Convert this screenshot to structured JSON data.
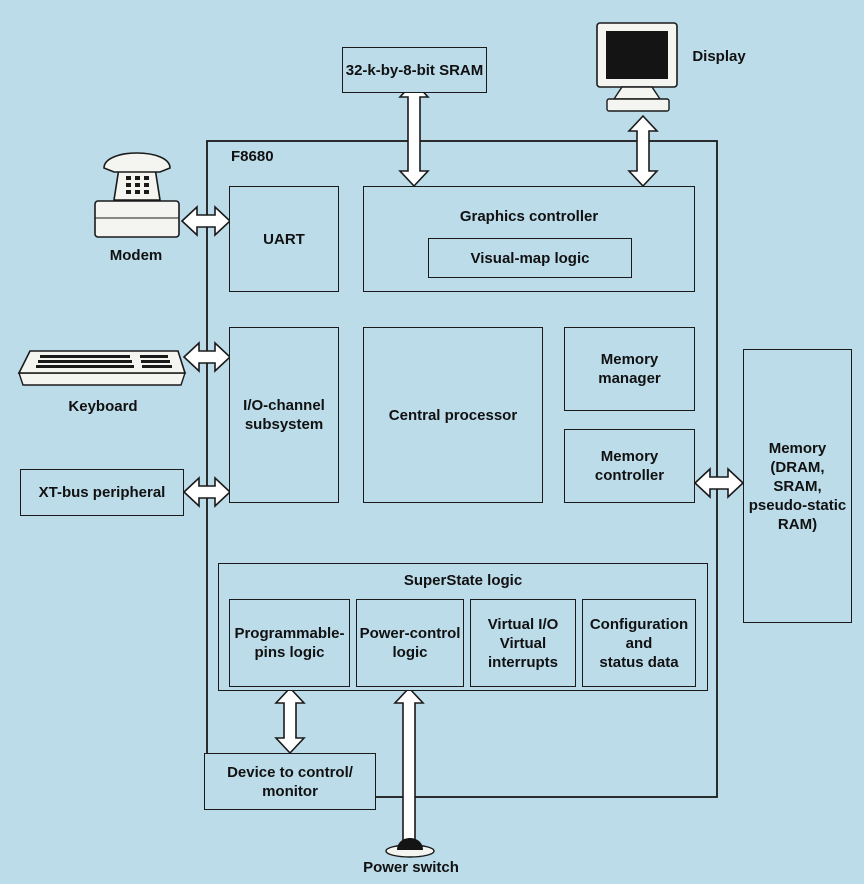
{
  "colors": {
    "background": "#bcdcea",
    "stroke": "#1a1a1a",
    "arrow_fill": "#ffffff"
  },
  "chip": {
    "name": "F8680"
  },
  "blocks": {
    "sram": "32-k-by-8-bit SRAM",
    "graphics_controller": "Graphics controller",
    "visual_map_logic": "Visual-map logic",
    "uart": "UART",
    "io_channel": "I/O-channel\nsubsystem",
    "central_processor": "Central processor",
    "memory_manager": "Memory\nmanager",
    "memory_controller": "Memory\ncontroller",
    "memory": "Memory\n(DRAM,\nSRAM,\npseudo-static\nRAM)",
    "xt_bus": "XT-bus peripheral",
    "superstate": "SuperState logic",
    "programmable_pins": "Programmable-\npins logic",
    "power_control": "Power-control\nlogic",
    "virtual_io": "Virtual I/O\nVirtual\ninterrupts",
    "configuration": "Configuration\nand\nstatus data",
    "device": "Device to control/\nmonitor"
  },
  "devices": {
    "display": "Display",
    "modem": "Modem",
    "keyboard": "Keyboard",
    "power_switch": "Power switch"
  },
  "icons": [
    "display-icon",
    "telephone-modem-icon",
    "keyboard-icon",
    "power-switch-icon"
  ]
}
